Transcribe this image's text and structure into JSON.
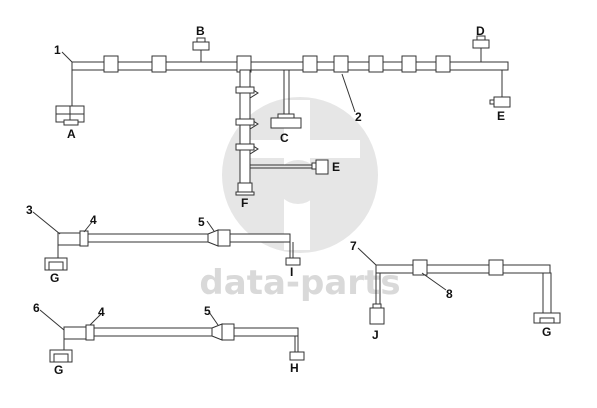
{
  "colors": {
    "line": "#333333",
    "watermark": "#e2e2e2",
    "label": "#111111"
  },
  "watermark": {
    "text": "data-parts"
  },
  "callouts": {
    "c1": "1",
    "c2": "2",
    "c3": "3",
    "c4a": "4",
    "c4b": "4",
    "c5a": "5",
    "c5b": "5",
    "c6": "6",
    "c7": "7",
    "c8": "8"
  },
  "connectors": {
    "a": "A",
    "b": "B",
    "c": "C",
    "d": "D",
    "e1": "E",
    "e2": "E",
    "f": "F",
    "g1": "G",
    "g2": "G",
    "g3": "G",
    "h": "H",
    "i": "I",
    "j": "J"
  }
}
